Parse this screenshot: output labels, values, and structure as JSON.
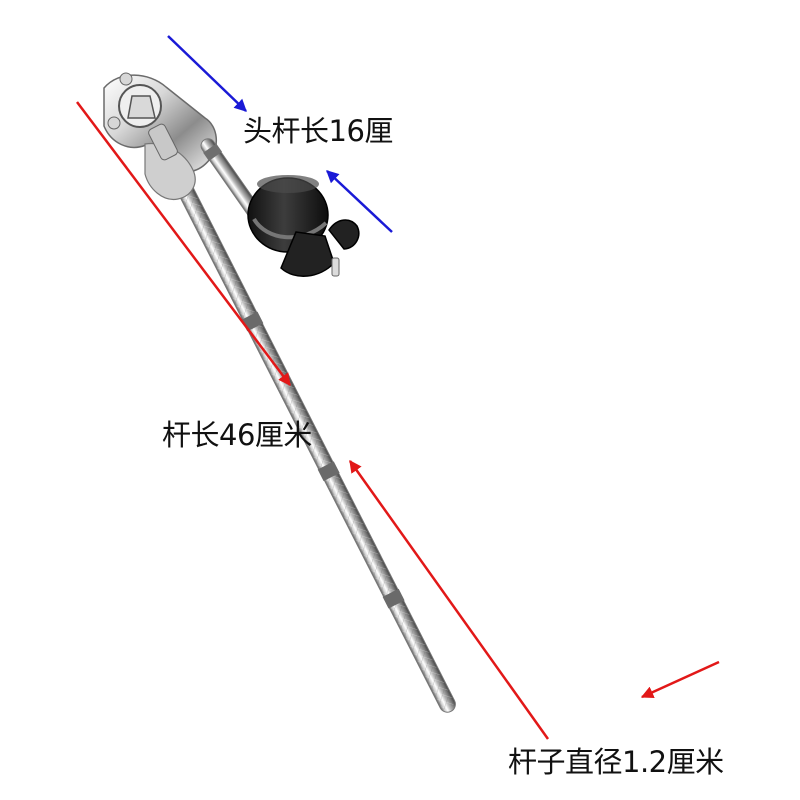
{
  "labels": {
    "head_rod_length": "头杆长16厘",
    "rod_length": "杆长46厘米",
    "rod_diameter": "杆子直径1.2厘米"
  },
  "colors": {
    "background": "#ffffff",
    "head_arrow": "#1a1ad6",
    "rod_arrow": "#e21818",
    "chrome_light": "#f2f2f2",
    "chrome_dark": "#6d6d6d",
    "felt": "#1c1c1c"
  },
  "objects": {
    "main_object": "drum-hardware-boom-arm",
    "head_component": "cymbal-felt-holder"
  }
}
